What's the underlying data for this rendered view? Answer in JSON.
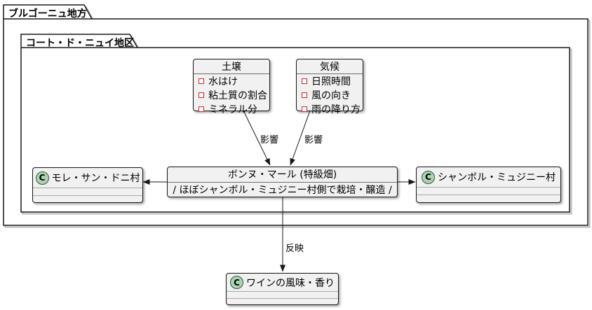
{
  "frames": {
    "outer": {
      "title": "ブルゴーニュ地方"
    },
    "inner": {
      "title": "コート・ド・ニュイ地区"
    }
  },
  "classes": {
    "soil": {
      "title": "土壌",
      "fields": [
        "水はけ",
        "粘土質の割合",
        "ミネラル分"
      ]
    },
    "climate": {
      "title": "気候",
      "fields": [
        "日照時間",
        "風の向き",
        "雨の降り方"
      ]
    },
    "bonnes_mares": {
      "title": "ボンヌ・マール (特級畑)",
      "subtitle": "/ ほぼシャンボル・ミュジニー村側で栽培・醸造 /"
    },
    "morey": {
      "icon_letter": "C",
      "title": "モレ・サン・ドニ村"
    },
    "chambolle": {
      "icon_letter": "C",
      "title": "シャンボル・ミュジニー村"
    },
    "wine": {
      "icon_letter": "C",
      "title": "ワインの風味・香り"
    }
  },
  "edges": {
    "soil_influence": "影響",
    "climate_influence": "影響",
    "reflection": "反映"
  },
  "colors": {
    "box_fill": "#F1F1F1",
    "border": "#181818",
    "class_circle_fill": "#ADD1B2",
    "field_icon": "#C82930"
  }
}
